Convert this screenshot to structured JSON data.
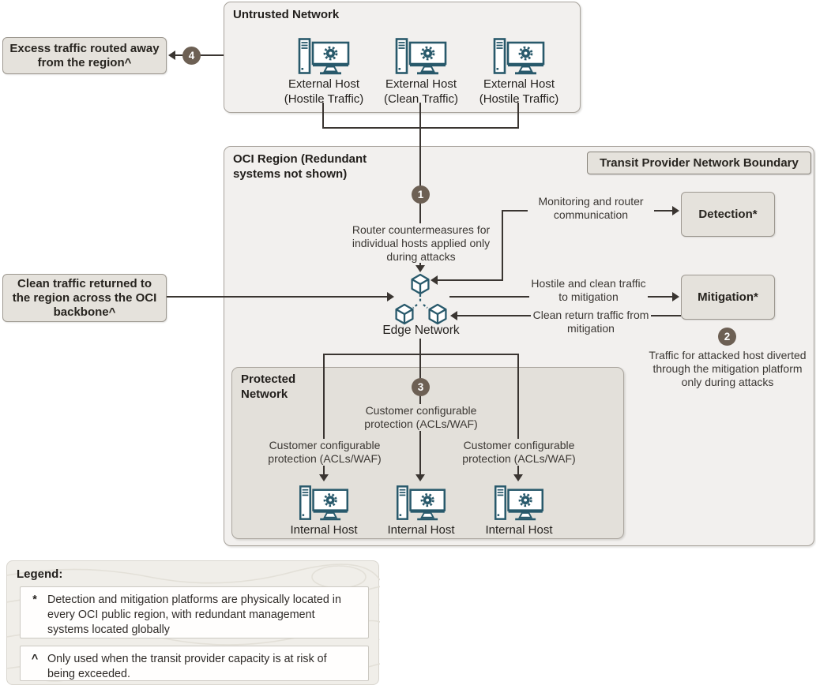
{
  "colors": {
    "icon_teal": "#28596b",
    "line": "#3a3531",
    "marker_circle": "#6d6054",
    "region_fill": "#f2f0ee",
    "protected_fill": "#e3e0da",
    "label_box_fill": "#e5e2dc"
  },
  "icons": {
    "host": "computer-workstation-icon",
    "edge": "network-cubes-icon",
    "gear": "gear-icon"
  },
  "notes": {
    "excess": "Excess traffic routed away from the region^",
    "clean_return_region": "Clean traffic returned to the region across the OCI backbone^"
  },
  "untrusted": {
    "title": "Untrusted Network",
    "hosts": [
      {
        "name": "External Host",
        "traffic": "(Hostile Traffic)"
      },
      {
        "name": "External Host",
        "traffic": "(Clean Traffic)"
      },
      {
        "name": "External Host",
        "traffic": "(Hostile Traffic)"
      }
    ]
  },
  "oci": {
    "title": "OCI Region (Redundant systems not shown)",
    "transit_boundary": "Transit Provider Network Boundary",
    "detection": "Detection*",
    "mitigation": "Mitigation*",
    "edge_network": "Edge Network"
  },
  "steps": [
    {
      "num": "1",
      "note": "Router countermeasures for individual hosts applied only during attacks"
    },
    {
      "num": "2",
      "note": "Traffic for attacked host diverted through the mitigation platform only during attacks"
    },
    {
      "num": "3"
    },
    {
      "num": "4"
    }
  ],
  "flows": {
    "monitoring": "Monitoring and router communication",
    "to_mitigation": "Hostile and clean traffic to mitigation",
    "from_mitigation": "Clean return traffic from mitigation"
  },
  "protected": {
    "title": "Protected Network",
    "protections": [
      "Customer configurable protection (ACLs/WAF)",
      "Customer configurable protection (ACLs/WAF)",
      "Customer configurable protection (ACLs/WAF)"
    ],
    "hosts": [
      "Internal Host",
      "Internal Host",
      "Internal Host"
    ]
  },
  "legend": {
    "title": "Legend:",
    "items": [
      {
        "symbol": "*",
        "text": "Detection and mitigation platforms are physically located in every OCI public region, with redundant management systems located globally"
      },
      {
        "symbol": "^",
        "text": "Only used when the transit provider capacity is at risk of being exceeded."
      }
    ]
  }
}
